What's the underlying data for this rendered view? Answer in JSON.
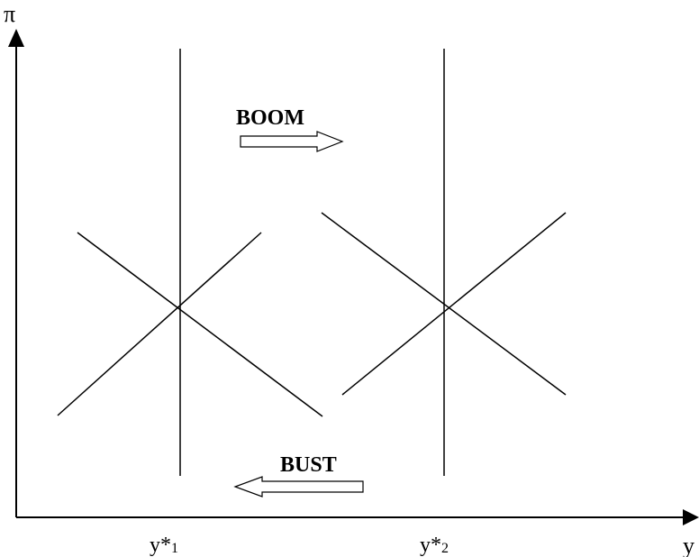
{
  "axes": {
    "y_axis_label": "π",
    "x_axis_label": "y"
  },
  "ticks": [
    {
      "main": "y*",
      "sub": "1"
    },
    {
      "main": "y*",
      "sub": "2"
    }
  ],
  "annotations": {
    "boom": "BOOM",
    "bust": "BUST"
  },
  "colors": {
    "line": "#000000",
    "background": "#ffffff"
  }
}
